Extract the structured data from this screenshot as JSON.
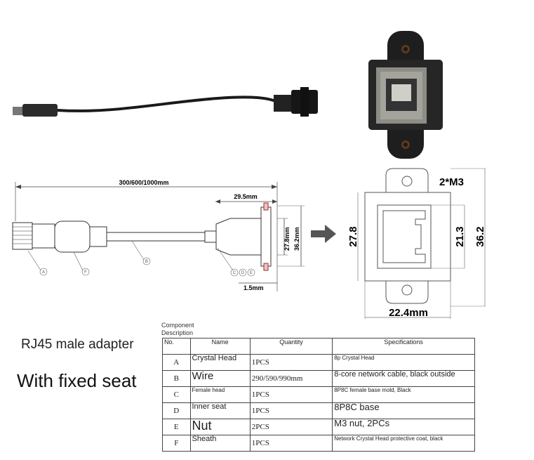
{
  "titles": {
    "product": "RJ45 male adapter",
    "subtitle": "With fixed seat"
  },
  "drawing": {
    "length": "300/600/1000mm",
    "seat_length": "29.5mm",
    "dim_a": "27.8mm",
    "dim_b": "36.2mm",
    "dim_c": "1.5mm",
    "labels": [
      "A",
      "F",
      "B",
      "C",
      "D",
      "E"
    ]
  },
  "front_view": {
    "screw": "2*M3",
    "height_left": "27.8",
    "height_inner": "21.3",
    "height_right": "36.2",
    "width": "22.4mm"
  },
  "table": {
    "component_description": "Component Description",
    "headers": {
      "no": "No.",
      "name": "Name",
      "quantity": "Quantity",
      "specifications": "Specifications"
    },
    "rows": [
      {
        "no": "A",
        "name": "Crystal Head",
        "qty": "1PCS",
        "spec": "8p Crystal Head"
      },
      {
        "no": "B",
        "name": "Wire",
        "qty": "290/590/990mm",
        "spec": "8-core network cable, black outside"
      },
      {
        "no": "C",
        "name": "Female head",
        "qty": "1PCS",
        "spec": "8P8C female base mold, Black"
      },
      {
        "no": "D",
        "name": "Inner seat",
        "qty": "1PCS",
        "spec": "8P8C base"
      },
      {
        "no": "E",
        "name": "Nut",
        "qty": "2PCS",
        "spec": "M3 nut, 2PCs"
      },
      {
        "no": "F",
        "name": "Sheath",
        "qty": "1PCS",
        "spec": "Network Crystal Head protective coat, black"
      }
    ]
  }
}
